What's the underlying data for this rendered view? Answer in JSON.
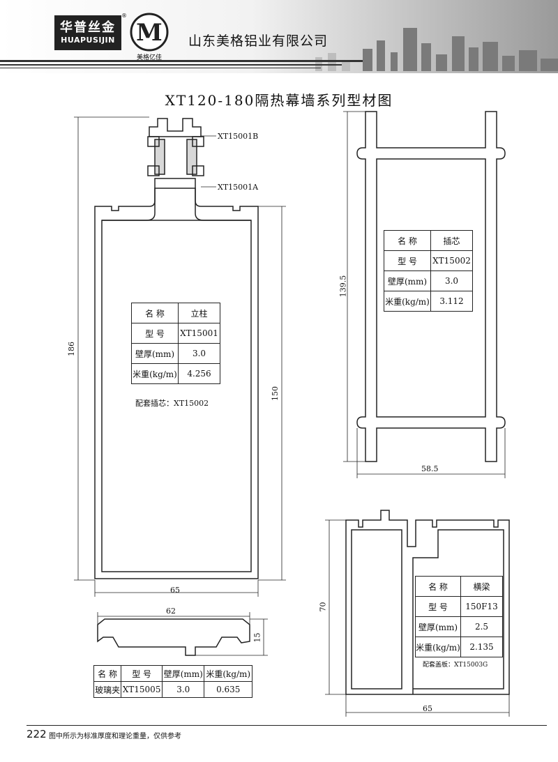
{
  "header": {
    "logo_cn": "华普丝金",
    "logo_en": "HUAPUSIJIN",
    "registered": "®",
    "m_logo_letter": "M",
    "m_logo_sub": "美格亿佳",
    "company": "山东美格铝业有限公司"
  },
  "title": "XT120-180隔热幕墙系列型材图",
  "labels": {
    "part_b": "XT15001B",
    "part_a": "XT15001A"
  },
  "dims": {
    "mullion_height": "186",
    "mullion_inner": "150",
    "mullion_width": "65",
    "insert_height": "139.5",
    "insert_width": "58.5",
    "clip_width": "62",
    "clip_height": "15",
    "transom_height": "70",
    "transom_width": "65"
  },
  "mullion_table": {
    "rows": [
      [
        "名 称",
        "立柱"
      ],
      [
        "型 号",
        "XT15001"
      ],
      [
        "壁厚(mm)",
        "3.0"
      ],
      [
        "米重(kg/m)",
        "4.256"
      ]
    ],
    "note": "配套插芯：XT15002"
  },
  "insert_table": {
    "rows": [
      [
        "名 称",
        "插芯"
      ],
      [
        "型 号",
        "XT15002"
      ],
      [
        "壁厚(mm)",
        "3.0"
      ],
      [
        "米重(kg/m)",
        "3.112"
      ]
    ]
  },
  "transom_table": {
    "rows": [
      [
        "名 称",
        "横梁"
      ],
      [
        "型 号",
        "150F13"
      ],
      [
        "壁厚(mm)",
        "2.5"
      ],
      [
        "米重(kg/m)",
        "2.135"
      ]
    ],
    "note": "配套盖板：XT15003G"
  },
  "clip_table": {
    "header": [
      "名 称",
      "型 号",
      "壁厚(mm)",
      "米重(kg/m)"
    ],
    "row": [
      "玻璃夹",
      "XT15005",
      "3.0",
      "0.635"
    ]
  },
  "footer": {
    "page": "222",
    "text": "图中所示为标准厚度和理论重量，仅供参考"
  }
}
